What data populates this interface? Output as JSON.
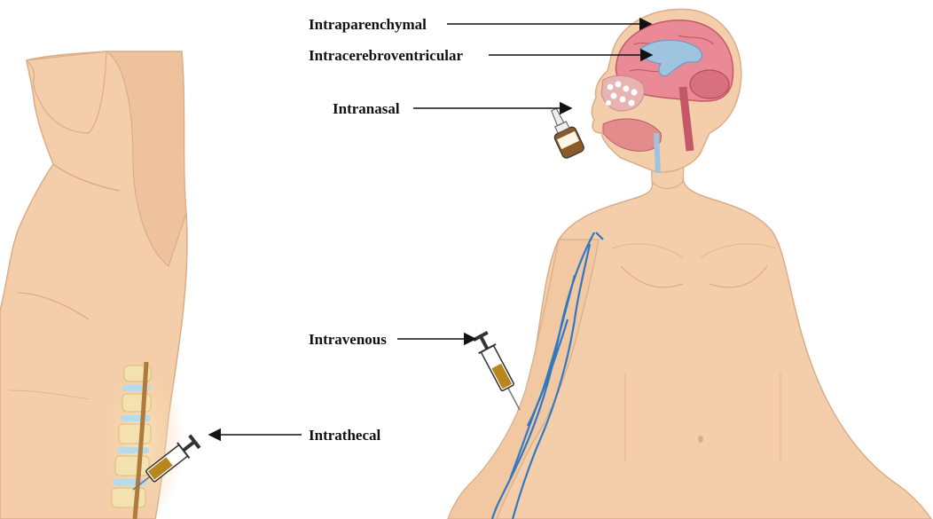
{
  "diagram": {
    "labels": {
      "intraparenchymal": "Intraparenchymal",
      "intracerebroventricular": "Intracerebroventricular",
      "intranasal": "Intranasal",
      "intravenous": "Intravenous",
      "intrathecal": "Intrathecal"
    },
    "colors": {
      "skin": "#f4ceaa",
      "skin_shadow": "#e6b993",
      "skin_outline": "#c99b78",
      "brain": "#e98a96",
      "brain_dark": "#c45868",
      "ventricle": "#9fc4e0",
      "vein": "#2f78c2",
      "spine": "#f3e2b0",
      "disc": "#b9dbe9",
      "drug": "#b8861b",
      "arrow": "#111111"
    }
  }
}
